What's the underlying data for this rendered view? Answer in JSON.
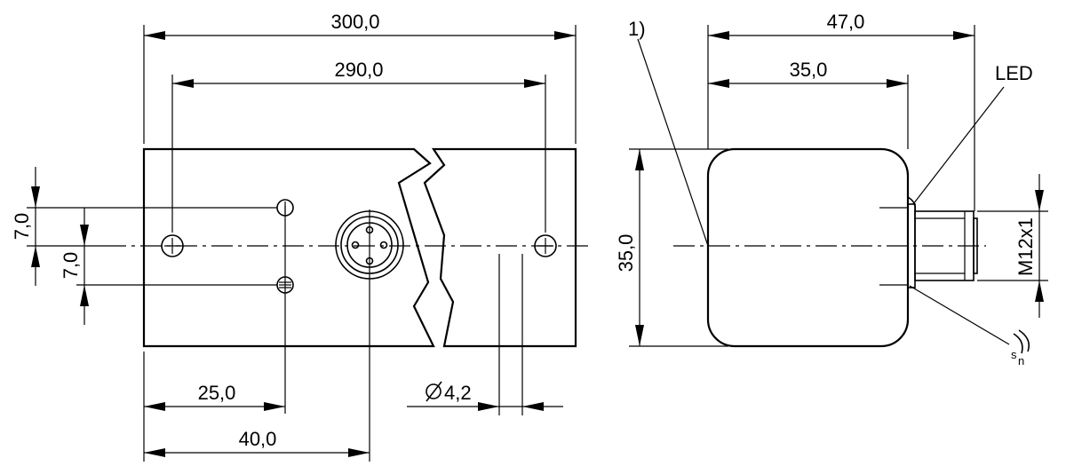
{
  "front_view": {
    "dim_overall_length": "300,0",
    "dim_hole_spacing": "290,0",
    "dim_hole_offset_upper": "7,0",
    "dim_hole_offset_lower": "7,0",
    "dim_to_holes": "25,0",
    "dim_to_connector": "40,0",
    "dim_hole_diameter": "4,2"
  },
  "side_view": {
    "note_marker": "1)",
    "dim_overall_depth": "47,0",
    "dim_body_depth": "35,0",
    "dim_height": "35,0",
    "led_label": "LED",
    "connector_thread": "M12x1",
    "sensing_symbol": "s",
    "sensing_subscript": "n"
  },
  "colors": {
    "line": "#000000",
    "background": "#ffffff"
  }
}
